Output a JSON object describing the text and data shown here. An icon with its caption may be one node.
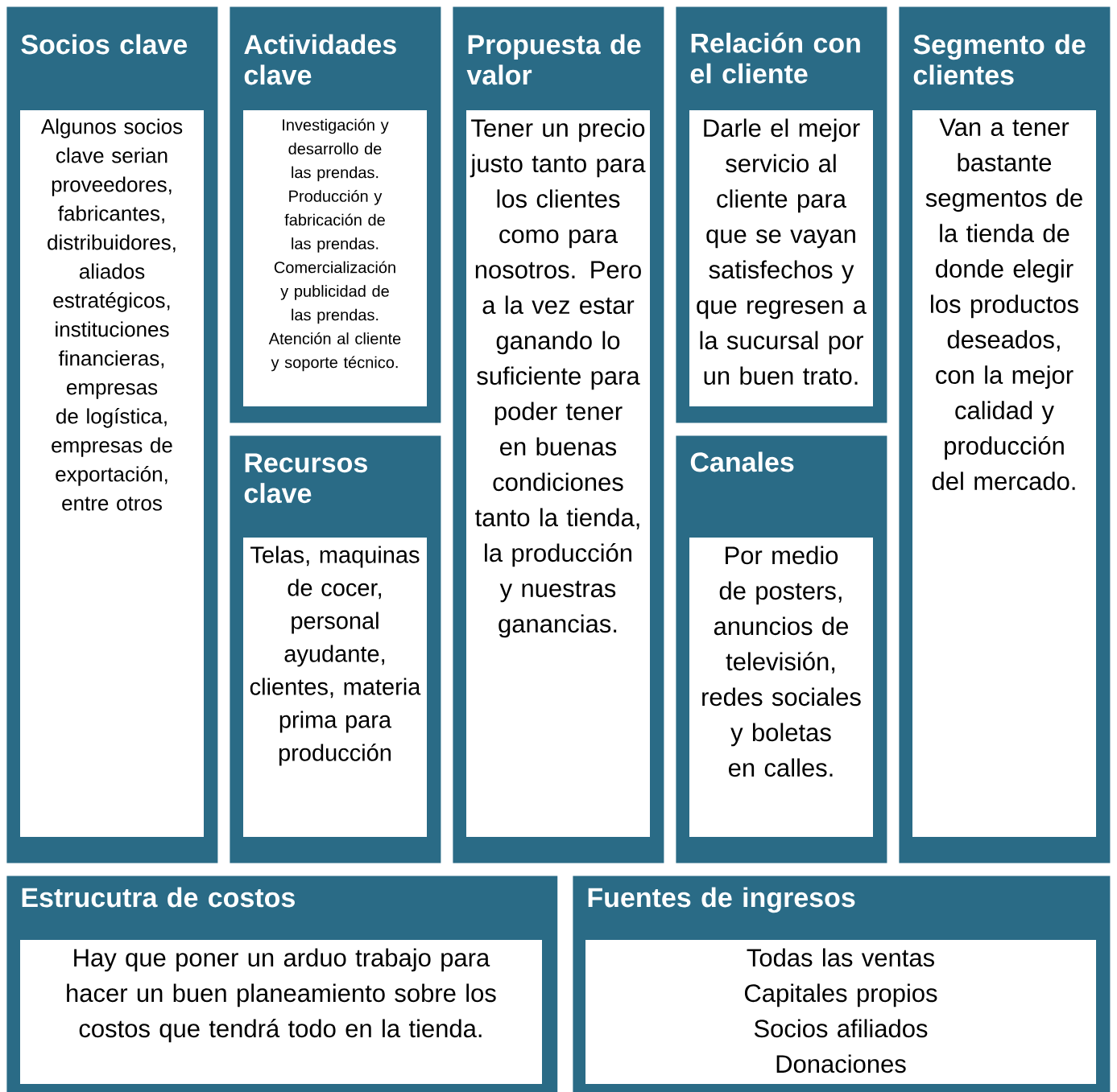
{
  "diagram": {
    "nodes": [
      {
        "text": [
          "Socios clave",
          "Algunos socios clave serian proveedores, fabricantes, distribuidores, aliados estratégicos, instituciones financieras, empresas de logística, empresas de exportación, entre otros"
        ]
      },
      {
        "text": [
          "Actividades clave",
          "Investigación y desarrollo de las prendas.",
          "Producción y fabricación de las prendas.",
          "Comercialización y publicidad de las prendas.",
          "Atención al cliente y soporte técnico."
        ]
      },
      {
        "text": [
          "Recursos clave",
          "Telas, maquinas de cocer, personal ayudante, clientes, materia prima para producción"
        ]
      },
      {
        "text": [
          "Propuesta de valor",
          "Tener un precio justo tanto para los clientes como para nosotros. Pero a la vez estar ganando lo suficiente para poder tener en buenas condiciones tanto la tienda, la producción y nuestras ganancias."
        ]
      },
      {
        "text": [
          "Relación con el cliente",
          "Darle el mejor servicio al cliente para que se vayan satisfechos y que regresen a la sucursal por un buen trato."
        ]
      },
      {
        "text": [
          "Canales",
          "Por medio de posters, anuncios de televisión, redes sociales y boletas en calles."
        ]
      },
      {
        "text": [
          "Segmento de clientes",
          "Van a tener bastante segmentos de la tienda de donde elegir los productos deseados, con la mejor calidad y producción del mercado."
        ]
      },
      {
        "text": [
          "Estrucutra de costos",
          "Hay que poner un arduo trabajo para hacer  un buen planeamiento sobre los costos que tendrá todo en la tienda."
        ]
      },
      {
        "text": [
          "Fuentes de ingresos",
          "Todas las ventas",
          "Capitales propios",
          "Socios afiliados",
          "Donaciones"
        ]
      }
    ]
  }
}
